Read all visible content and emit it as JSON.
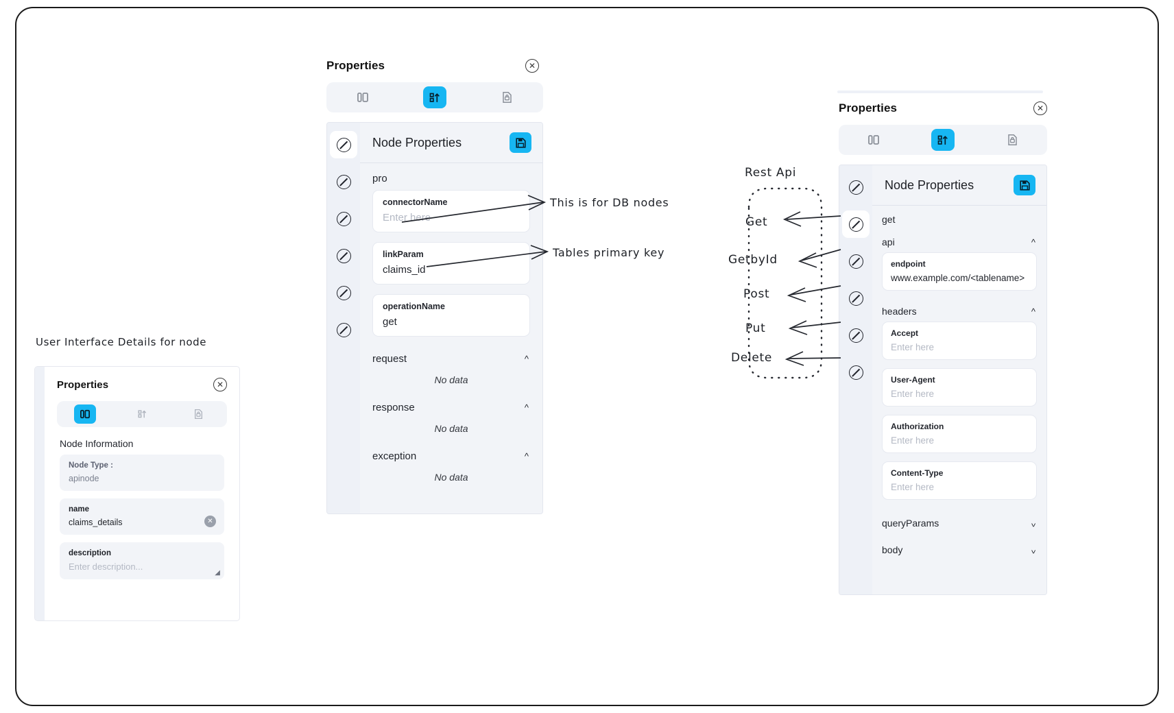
{
  "middle_panel": {
    "title": "Properties",
    "close_icon": "close-circle-icon",
    "tabs": [
      {
        "icon": "columns-icon",
        "active": false
      },
      {
        "icon": "node-properties-icon",
        "active": true
      },
      {
        "icon": "locked-document-icon",
        "active": false
      }
    ],
    "rail_icons": [
      "no-entry-icon",
      "no-entry-icon",
      "no-entry-icon",
      "no-entry-icon",
      "no-entry-icon",
      "no-entry-icon"
    ],
    "content_title": "Node Properties",
    "save_icon": "save-icon",
    "group_label": "pro",
    "fields": [
      {
        "key": "connectorName",
        "value": "Enter here",
        "placeholder": true
      },
      {
        "key": "linkParam",
        "value": "claims_id",
        "placeholder": false
      },
      {
        "key": "operationName",
        "value": "get",
        "placeholder": false
      }
    ],
    "accordions": [
      {
        "label": "request",
        "chevron": "chevron-up-icon",
        "content": "No data"
      },
      {
        "label": "response",
        "chevron": "chevron-up-icon",
        "content": "No data"
      },
      {
        "label": "exception",
        "chevron": "chevron-up-icon",
        "content": "No data"
      }
    ]
  },
  "left_panel": {
    "note": "User Interface Details for node",
    "title": "Properties",
    "close_icon": "close-circle-icon",
    "tabs": [
      {
        "icon": "columns-icon",
        "active": true
      },
      {
        "icon": "node-properties-icon",
        "active": false
      },
      {
        "icon": "locked-document-icon",
        "active": false
      }
    ],
    "section_title": "Node Information",
    "fields": [
      {
        "key": "Node Type :",
        "value": "apinode",
        "placeholder": false,
        "clear": false
      },
      {
        "key": "name",
        "value": "claims_details",
        "placeholder": false,
        "clear": true
      },
      {
        "key": "description",
        "value": "Enter description...",
        "placeholder": true,
        "clear": false
      }
    ]
  },
  "right_panel": {
    "title": "Properties",
    "close_icon": "close-circle-icon",
    "tabs": [
      {
        "icon": "columns-icon",
        "active": false
      },
      {
        "icon": "node-properties-icon",
        "active": true
      },
      {
        "icon": "locked-document-icon",
        "active": false
      }
    ],
    "content_title": "Node Properties",
    "save_icon": "save-icon",
    "group_label": "get",
    "api_label": "api",
    "api_chevron": "chevron-up-icon",
    "endpoint": {
      "key": "endpoint",
      "value": "www.example.com/<tablename>"
    },
    "headers_label": "headers",
    "headers_chevron": "chevron-up-icon",
    "headers": [
      {
        "key": "Accept",
        "value": "Enter here"
      },
      {
        "key": "User-Agent",
        "value": "Enter here"
      },
      {
        "key": "Authorization",
        "value": "Enter here"
      },
      {
        "key": "Content-Type",
        "value": "Enter here"
      }
    ],
    "collapsed": [
      {
        "label": "queryParams",
        "chevron": "chevron-down-icon"
      },
      {
        "label": "body",
        "chevron": "chevron-down-icon"
      }
    ]
  },
  "annotations": {
    "db_nodes": "This is for DB nodes",
    "primary_key": "Tables primary key",
    "rest_api_title": "Rest Api",
    "rest_methods": [
      "Get",
      "GetbyId",
      "Post",
      "Put",
      "Delete"
    ]
  }
}
